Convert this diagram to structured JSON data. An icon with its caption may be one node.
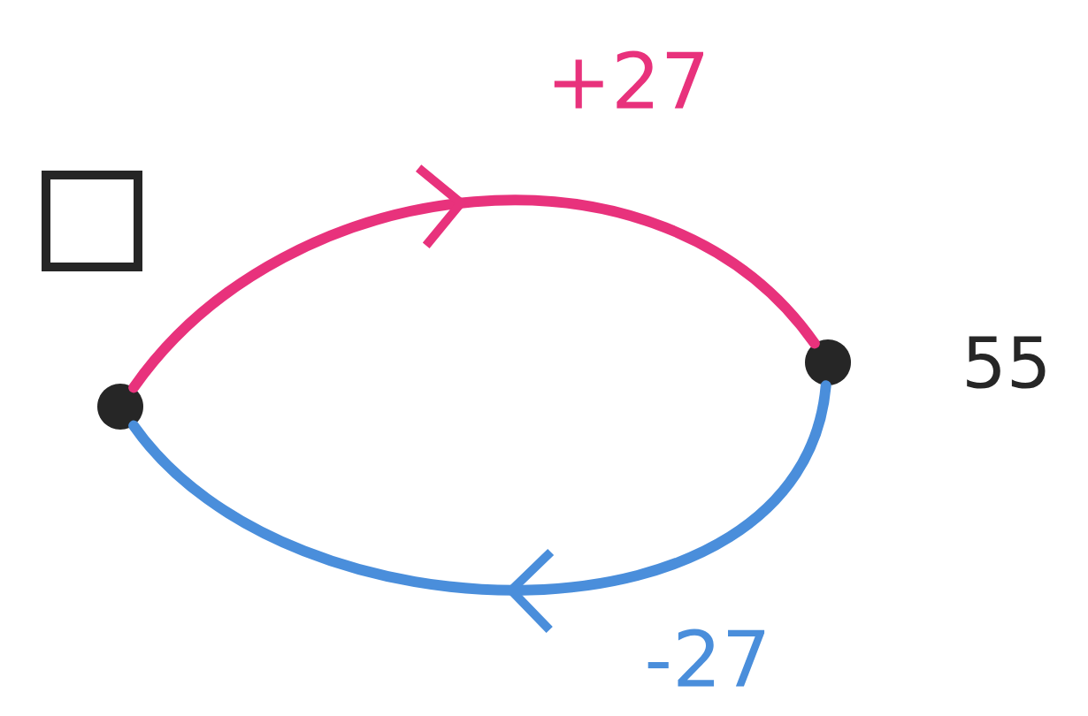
{
  "diagram": {
    "nodes": [
      {
        "text": [],
        "shape": "circle"
      },
      {
        "text": [],
        "shape": "circle",
        "beside": [
          "55"
        ]
      },
      {
        "text": [],
        "shape": "box"
      }
    ],
    "edges": [
      {
        "from": 0,
        "to": 1,
        "arrow": "to",
        "label": "+27",
        "color": "#e8327c"
      },
      {
        "from": 1,
        "to": 0,
        "arrow": "to",
        "label": "-27",
        "color": "#4a8edb"
      }
    ]
  }
}
